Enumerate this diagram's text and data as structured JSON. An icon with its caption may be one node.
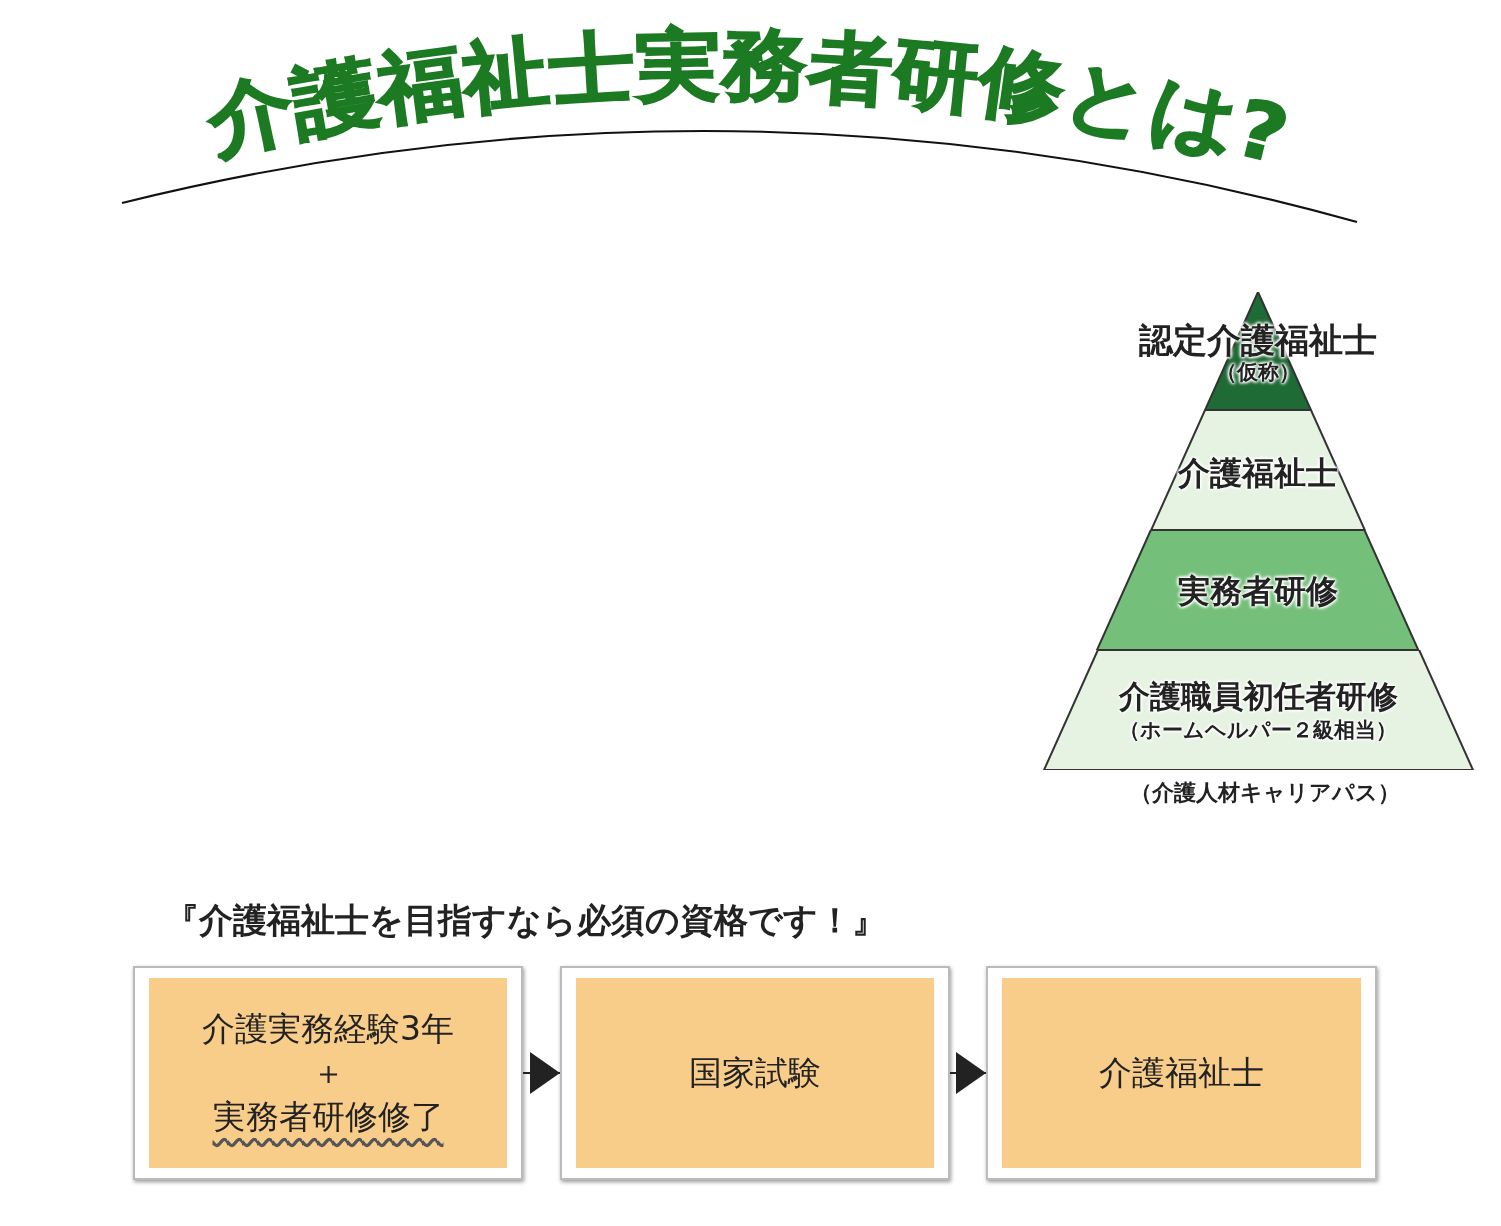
{
  "diagram": {
    "title": "介護福祉士実務者研修とは?",
    "nodes": [
      {
        "text": [
          "認定介護福祉士",
          "（仮称）"
        ]
      },
      {
        "text": [
          "介護福祉士"
        ]
      },
      {
        "text": [
          "実務者研修"
        ]
      },
      {
        "text": [
          "介護職員初任者研修",
          "（ホームヘルパー２級相当）"
        ]
      },
      {
        "text": [
          "介護実務経験3年",
          "＋",
          "実務者研修修了"
        ]
      },
      {
        "text": [
          "国家試験"
        ]
      },
      {
        "text": [
          "介護福祉士"
        ]
      }
    ],
    "edges": [
      {
        "from": 4,
        "to": 5,
        "arrow": "to"
      },
      {
        "from": 5,
        "to": 6,
        "arrow": "to"
      }
    ],
    "labels": [
      "（介護人材キャリアパス）",
      "『介護福祉士を目指すなら必須の資格です！』"
    ]
  }
}
